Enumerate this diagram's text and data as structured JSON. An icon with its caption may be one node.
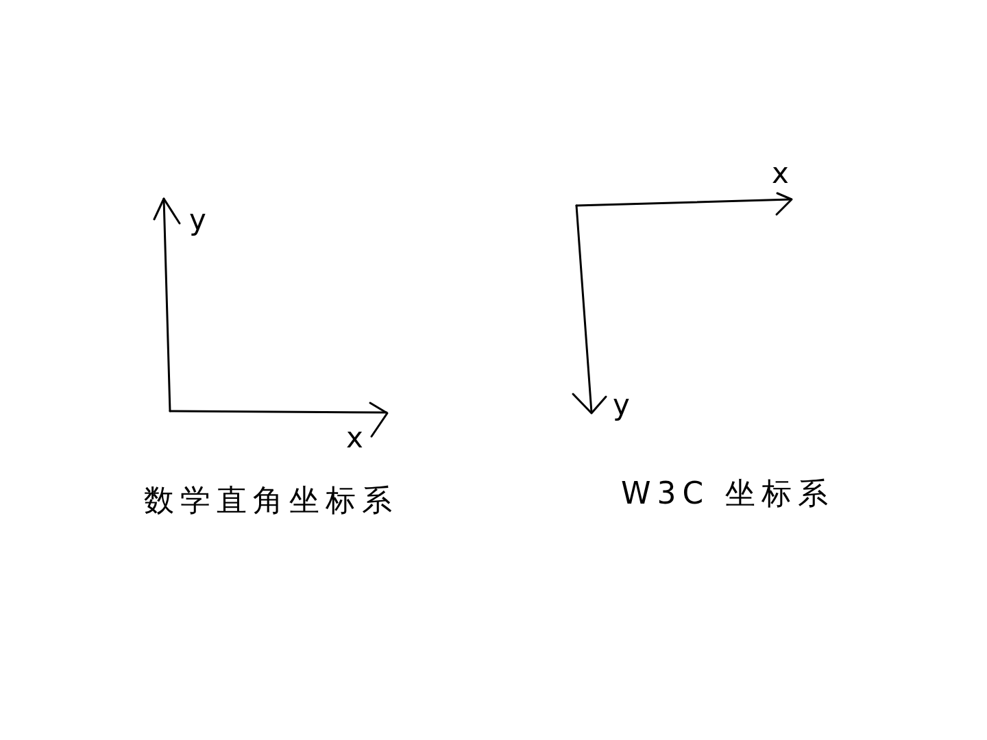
{
  "diagram": {
    "labels": [
      "y",
      "x",
      "数学直角坐标系",
      "x",
      "y",
      "W3C 坐标系"
    ]
  }
}
